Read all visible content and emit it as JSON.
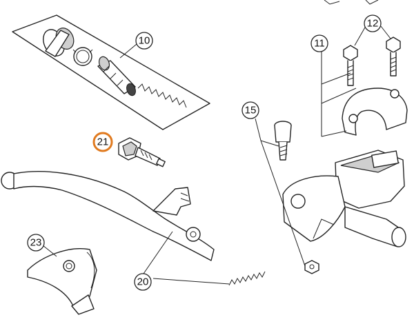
{
  "callouts": {
    "c10": "10",
    "c11": "11",
    "c12": "12",
    "c15": "15",
    "c20": "20",
    "c21": "21",
    "c23": "23"
  },
  "highlight_color": "#e07a1f"
}
